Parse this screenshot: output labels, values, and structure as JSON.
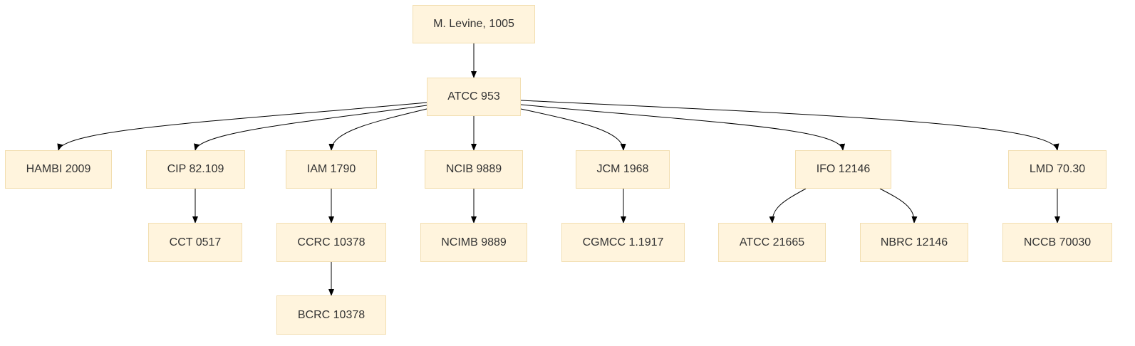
{
  "nodes": [
    {
      "id": "levine",
      "label": "M. Levine, 1005"
    },
    {
      "id": "atcc953",
      "label": "ATCC 953"
    },
    {
      "id": "hambi",
      "label": "HAMBI 2009"
    },
    {
      "id": "cip",
      "label": "CIP 82.109"
    },
    {
      "id": "iam",
      "label": "IAM 1790"
    },
    {
      "id": "ncib",
      "label": "NCIB 9889"
    },
    {
      "id": "jcm",
      "label": "JCM 1968"
    },
    {
      "id": "ifo",
      "label": "IFO 12146"
    },
    {
      "id": "lmd",
      "label": "LMD 70.30"
    },
    {
      "id": "cct",
      "label": "CCT 0517"
    },
    {
      "id": "ccrc",
      "label": "CCRC 10378"
    },
    {
      "id": "ncimb",
      "label": "NCIMB 9889"
    },
    {
      "id": "cgmcc",
      "label": "CGMCC 1.1917"
    },
    {
      "id": "atcc21665",
      "label": "ATCC 21665"
    },
    {
      "id": "nbrc",
      "label": "NBRC 12146"
    },
    {
      "id": "nccb",
      "label": "NCCB 70030"
    },
    {
      "id": "bcrc",
      "label": "BCRC 10378"
    }
  ],
  "edges": [
    {
      "from": "levine",
      "to": "atcc953"
    },
    {
      "from": "atcc953",
      "to": "hambi"
    },
    {
      "from": "atcc953",
      "to": "cip"
    },
    {
      "from": "atcc953",
      "to": "iam"
    },
    {
      "from": "atcc953",
      "to": "ncib"
    },
    {
      "from": "atcc953",
      "to": "jcm"
    },
    {
      "from": "atcc953",
      "to": "ifo"
    },
    {
      "from": "atcc953",
      "to": "lmd"
    },
    {
      "from": "cip",
      "to": "cct"
    },
    {
      "from": "iam",
      "to": "ccrc"
    },
    {
      "from": "ccrc",
      "to": "bcrc"
    },
    {
      "from": "ncib",
      "to": "ncimb"
    },
    {
      "from": "jcm",
      "to": "cgmcc"
    },
    {
      "from": "ifo",
      "to": "atcc21665"
    },
    {
      "from": "ifo",
      "to": "nbrc"
    },
    {
      "from": "lmd",
      "to": "nccb"
    }
  ]
}
